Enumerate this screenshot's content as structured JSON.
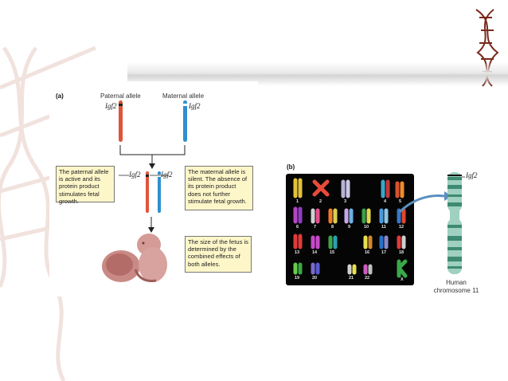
{
  "panel_a": {
    "label": "(a)",
    "paternal_label": "Paternal allele",
    "maternal_label": "Maternal allele",
    "gene_label": "Igf2",
    "paternal_note": "The paternal allele is active and its protein product stimulates fetal growth.",
    "maternal_note": "The maternal allele is silent. The absence of its protein product does not further stimulate fetal growth.",
    "fetus_note": "The size of the fetus is determined by the combined effects of both alleles."
  },
  "panel_b": {
    "label": "(b)",
    "gene_label": "Igf2",
    "chromosome_caption_line1": "Human",
    "chromosome_caption_line2": "chromosome 11",
    "karyotype_numbers": [
      "1",
      "2",
      "3",
      "4",
      "5",
      "6",
      "7",
      "8",
      "9",
      "10",
      "11",
      "12",
      "13",
      "14",
      "15",
      "16",
      "17",
      "18",
      "19",
      "20",
      "21",
      "22",
      "X"
    ]
  },
  "colors": {
    "paternal": "#e0543c",
    "maternal": "#2f8fd0",
    "note_bg": "#fdf6c9"
  }
}
